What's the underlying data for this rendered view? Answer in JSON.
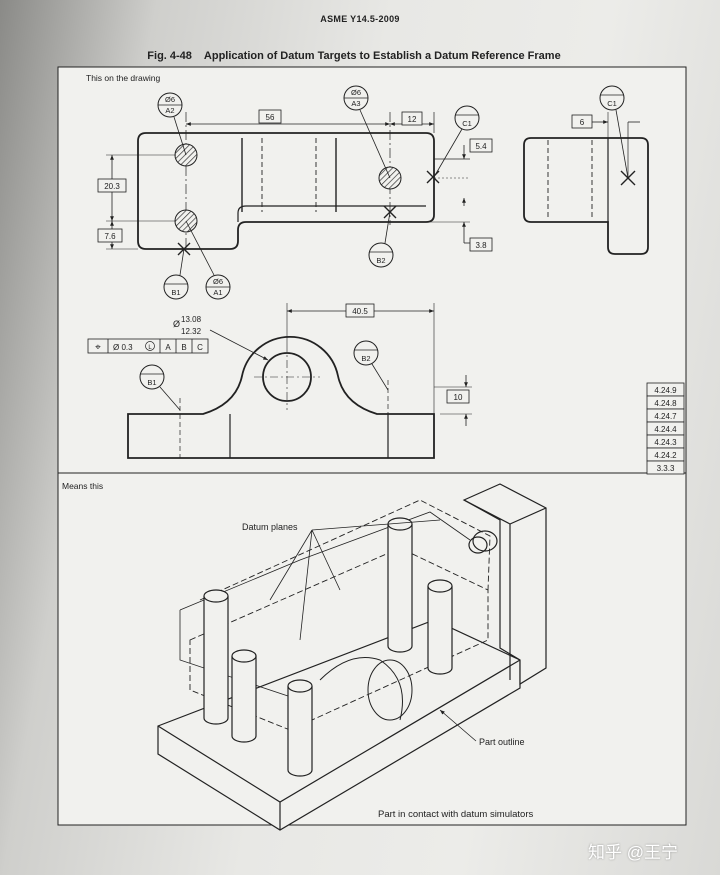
{
  "header": {
    "standard": "ASME Y14.5-2009"
  },
  "figure": {
    "number": "Fig. 4-48",
    "title": "Application of Datum Targets to Establish a Datum Reference Frame"
  },
  "top_section": {
    "label": "This on the drawing",
    "datum_targets": {
      "a2": {
        "dia": "Ø6",
        "id": "A2"
      },
      "a3": {
        "dia": "Ø6",
        "id": "A3"
      },
      "a1": {
        "dia": "Ø6",
        "id": "A1"
      },
      "c1_front": "C1",
      "c1_side": "C1",
      "b1_front": "B1",
      "b2_front": "B2",
      "b1_bottom": "B1",
      "b2_bottom": "B2"
    },
    "dimensions": {
      "d56": "56",
      "d12": "12",
      "d5_4": "5.4",
      "d20_3": "20.3",
      "d7_6": "7.6",
      "d3_8": "3.8",
      "d6": "6",
      "d40_5": "40.5",
      "d10": "10",
      "dia_symbol": "Ø",
      "dia_upper": "13.08",
      "dia_lower": "12.32"
    },
    "feature_control_frame": {
      "symbol": "⌖",
      "tolerance": "Ø 0.3",
      "modifier": "L",
      "datums": [
        "A",
        "B",
        "C"
      ]
    }
  },
  "references": [
    "4.24.9",
    "4.24.8",
    "4.24.7",
    "4.24.4",
    "4.24.3",
    "4.24.2",
    "3.3.3"
  ],
  "bottom_section": {
    "label": "Means this",
    "datum_planes_label": "Datum planes",
    "part_outline_label": "Part outline",
    "caption": "Part in contact with datum simulators"
  },
  "watermark": {
    "text": "知乎 @王宁"
  }
}
